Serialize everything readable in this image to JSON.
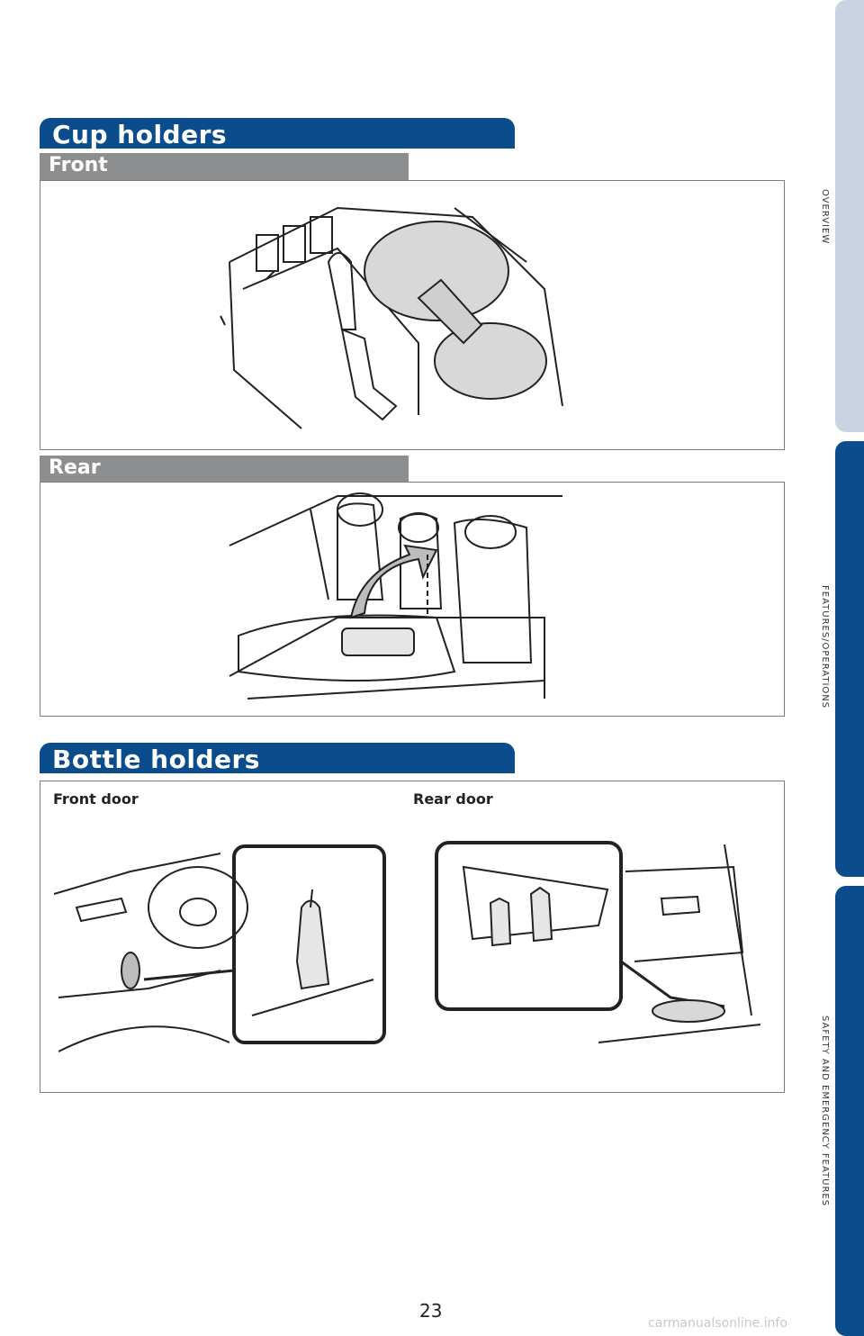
{
  "cup_holders": {
    "title": "Cup holders",
    "front_label": "Front",
    "rear_label": "Rear"
  },
  "bottle_holders": {
    "title": "Bottle holders",
    "front_door_label": "Front door",
    "rear_door_label": "Rear door"
  },
  "side_tabs": [
    {
      "label": "OVERVIEW",
      "color": "#c9d3e2"
    },
    {
      "label": "FEATURES/OPERATIONS",
      "color": "#0b4c8c"
    },
    {
      "label": "SAFETY AND EMERGENCY FEATURES",
      "color": "#0b4c8c"
    }
  ],
  "page_number": "23",
  "watermark": "carmanualsonline.info",
  "colors": {
    "accent": "#0b4c8c",
    "subbar": "#8c8e90"
  }
}
